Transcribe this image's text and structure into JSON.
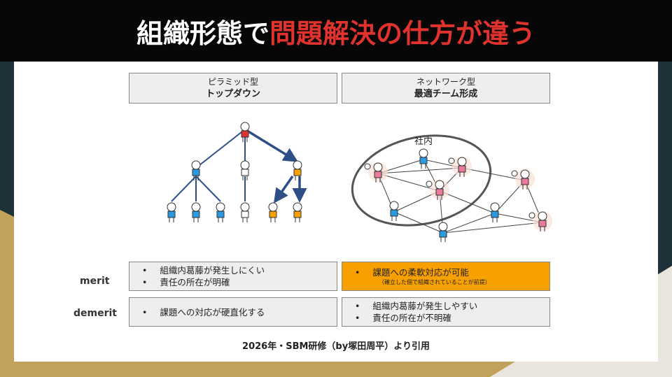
{
  "title": {
    "part1": "組織形態で",
    "part2": "問題解決の仕方が違う"
  },
  "pyramid": {
    "type": "ピラミッド型",
    "style": "トップダウン"
  },
  "network": {
    "type": "ネットワーク型",
    "style": "最適チーム形成",
    "circle_label": "社内"
  },
  "rows": {
    "merit": "merit",
    "demerit": "demerit"
  },
  "pyramid_merit": [
    "組織内葛藤が発生しにくい",
    "責任の所在が明確"
  ],
  "network_merit": {
    "item": "課題への柔軟対応が可能",
    "note": "（確立した個で組織されていることが前提）"
  },
  "pyramid_demerit": [
    "課題への対応が硬直化する"
  ],
  "network_demerit": [
    "組織内葛藤が発生しやすい",
    "責任の所在が不明確"
  ],
  "caption": "2026年・SBM研修（by塚田周平）より引用",
  "colors": {
    "red": "#e0332e",
    "orange": "#f8a000",
    "blue": "#2a9be0",
    "pink": "#e87a9a",
    "arrow": "#2d4f86"
  }
}
